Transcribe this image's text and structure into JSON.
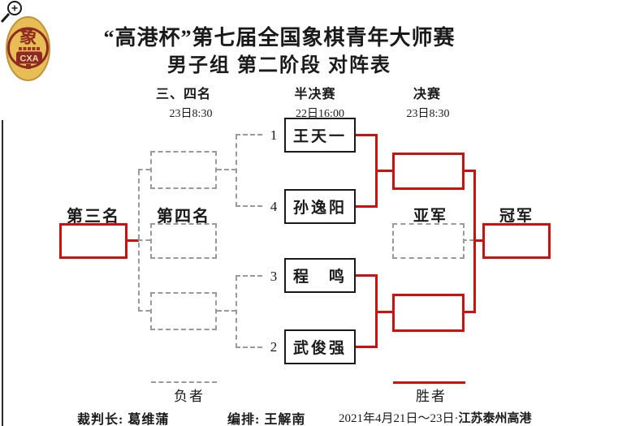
{
  "title": {
    "line1": "“高港杯”第七届全国象棋青年大师赛",
    "line2": "男子组 第二阶段 对阵表"
  },
  "logo": {
    "emblem_char": "象",
    "org": "CXA"
  },
  "cursor": {
    "icon": "magnifier-cursor"
  },
  "columns": {
    "third_fourth": {
      "label": "三、四名",
      "time": "23日8:30"
    },
    "semifinal": {
      "label": "半决赛",
      "time": "22日16:00"
    },
    "final": {
      "label": "决赛",
      "time": "23日8:30"
    }
  },
  "players": [
    {
      "seed": "1",
      "name": "王天一"
    },
    {
      "seed": "4",
      "name": "孙逸阳"
    },
    {
      "seed": "3",
      "name": "程　鸣"
    },
    {
      "seed": "2",
      "name": "武俊强"
    }
  ],
  "placements": {
    "third": "第三名",
    "fourth": "第四名",
    "runner_up": "亚军",
    "champion": "冠军"
  },
  "legend": {
    "loser": "负者",
    "winner": "胜者"
  },
  "footer": {
    "referee": "裁判长: 葛维蒲",
    "editor": "编排: 王解南",
    "date": "2021年4月21日～23日",
    "separator": "·",
    "place": "江苏泰州高港"
  },
  "colors": {
    "accent_red": "#cc1111",
    "dash_gray": "#9a9a9a",
    "line_black": "#1a1a1a",
    "logo_gold": "#e7bd55",
    "logo_maroon": "#8e2a21"
  }
}
